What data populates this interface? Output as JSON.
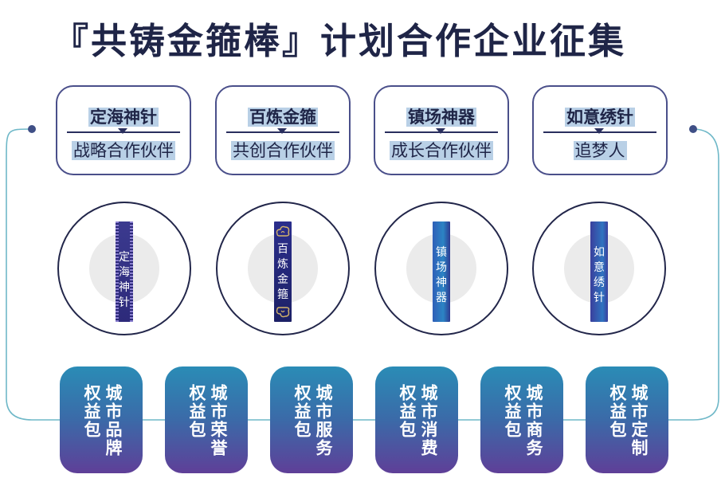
{
  "title": "『共铸金箍棒』计划合作企业征集",
  "tiers": [
    {
      "name": "定海神针",
      "role": "战略合作伙伴",
      "rod_text": "定海神针"
    },
    {
      "name": "百炼金箍",
      "role": "共创合作伙伴",
      "rod_text": "百炼金箍"
    },
    {
      "name": "镇场神器",
      "role": "成长合作伙伴",
      "rod_text": "镇场神器"
    },
    {
      "name": "如意绣针",
      "role": "追梦人",
      "rod_text": "如意绣针"
    }
  ],
  "packages": [
    {
      "label": "城市品牌权益包",
      "lines": "城市品牌\n权益包"
    },
    {
      "label": "城市荣誉权益包",
      "lines": "城市荣誉\n权益包"
    },
    {
      "label": "城市服务权益包",
      "lines": "城市服务\n权益包"
    },
    {
      "label": "城市消费权益包",
      "lines": "城市消费\n权益包"
    },
    {
      "label": "城市商务权益包",
      "lines": "城市商务\n权益包"
    },
    {
      "label": "城市定制权益包",
      "lines": "城市定制\n权益包"
    }
  ],
  "colors": {
    "title": "#1f2547",
    "highlight": "#b9d0e6",
    "card_border": "#4a4f8a",
    "connector": "#6fb8c8",
    "package_top": "#2a8cb6",
    "package_bottom": "#5f3f98"
  }
}
